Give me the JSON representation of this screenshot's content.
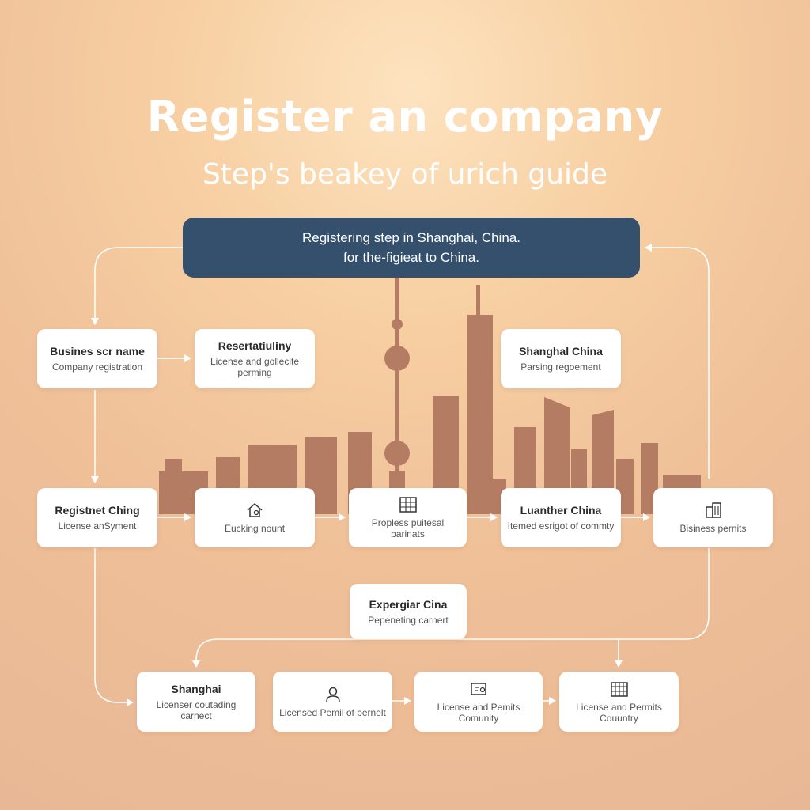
{
  "title": "Register an company",
  "subtitle": "Step's beakey of urich guide",
  "banner": {
    "line1": "Registering step in Shanghai, China.",
    "line2": "for the-figieat to China."
  },
  "colors": {
    "banner": "#34506d",
    "skyline": "#b47c62",
    "card": "#ffffff",
    "arrow": "#ffffff"
  },
  "cards": {
    "business_name": {
      "title": "Busines scr name",
      "sub": "Company registration"
    },
    "reservation": {
      "title": "Resertatiuliny",
      "sub": "License and gollecite perming"
    },
    "shanghai_china": {
      "title": "Shanghal China",
      "sub": "Parsing regoement"
    },
    "registnet": {
      "title": "Registnet Ching",
      "sub": "License anSyment"
    },
    "eucking": {
      "icon": "house-icon",
      "sub": "Eucking nount"
    },
    "propless": {
      "icon": "document-grid-icon",
      "sub": "Propless puitesal barinats"
    },
    "luanther": {
      "title": "Luanther China",
      "sub": "Itemed esrigot of commty"
    },
    "bisiness": {
      "icon": "building-icon",
      "sub": "Bisiness pernits"
    },
    "expergiar": {
      "title": "Expergiar Cina",
      "sub": "Pepeneting carnert"
    },
    "shanghai": {
      "title": "Shanghai",
      "sub": "Licenser coutading carnect"
    },
    "licensed_pemil": {
      "icon": "person-icon",
      "sub": "Licensed Pemil of pernelt"
    },
    "license_permits_1": {
      "icon": "certificate-icon",
      "sub": "License and Pemits Comunity"
    },
    "license_permits_2": {
      "icon": "calendar-icon",
      "sub": "License and Permits Couuntry"
    }
  }
}
